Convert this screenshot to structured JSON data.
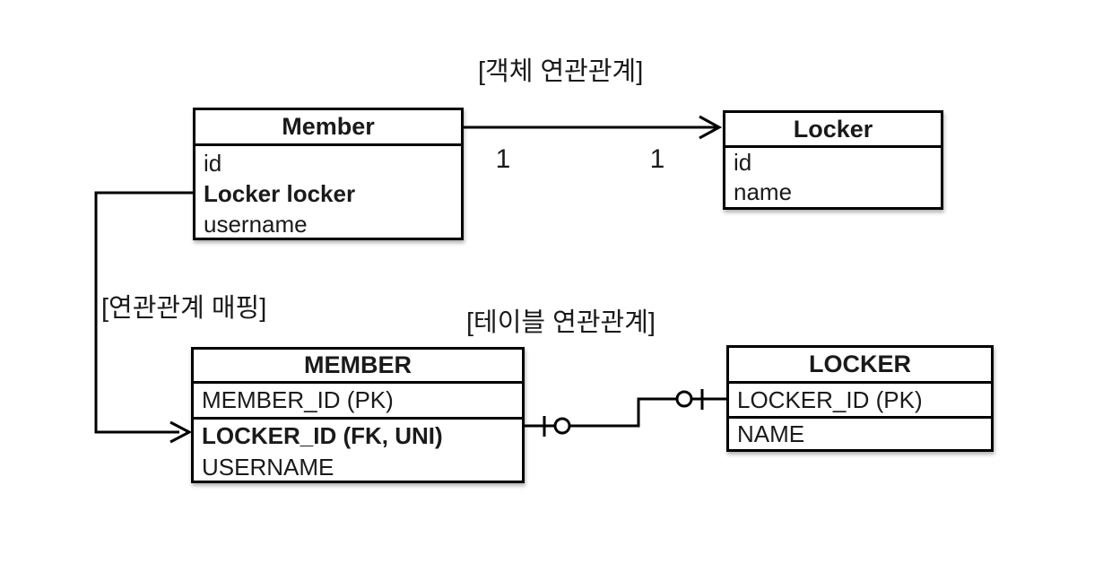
{
  "titles": {
    "object_relation": "[객체 연관관계]",
    "mapping": "[연관관계 매핑]",
    "table_relation": "[테이블 연관관계]"
  },
  "object_model": {
    "member": {
      "title": "Member",
      "fields": [
        "id",
        "Locker locker",
        "username"
      ]
    },
    "locker": {
      "title": "Locker",
      "fields": [
        "id",
        "name"
      ]
    },
    "association": {
      "source_multiplicity": "1",
      "target_multiplicity": "1"
    }
  },
  "table_model": {
    "member": {
      "title": "MEMBER",
      "primary_key": "MEMBER_ID (PK)",
      "fields": [
        "LOCKER_ID (FK, UNI)",
        "USERNAME"
      ]
    },
    "locker": {
      "title": "LOCKER",
      "primary_key": "LOCKER_ID (PK)",
      "fields": [
        "NAME"
      ]
    }
  },
  "colors": {
    "line": "#000000",
    "text": "#1a1a1a",
    "background": "#ffffff"
  }
}
